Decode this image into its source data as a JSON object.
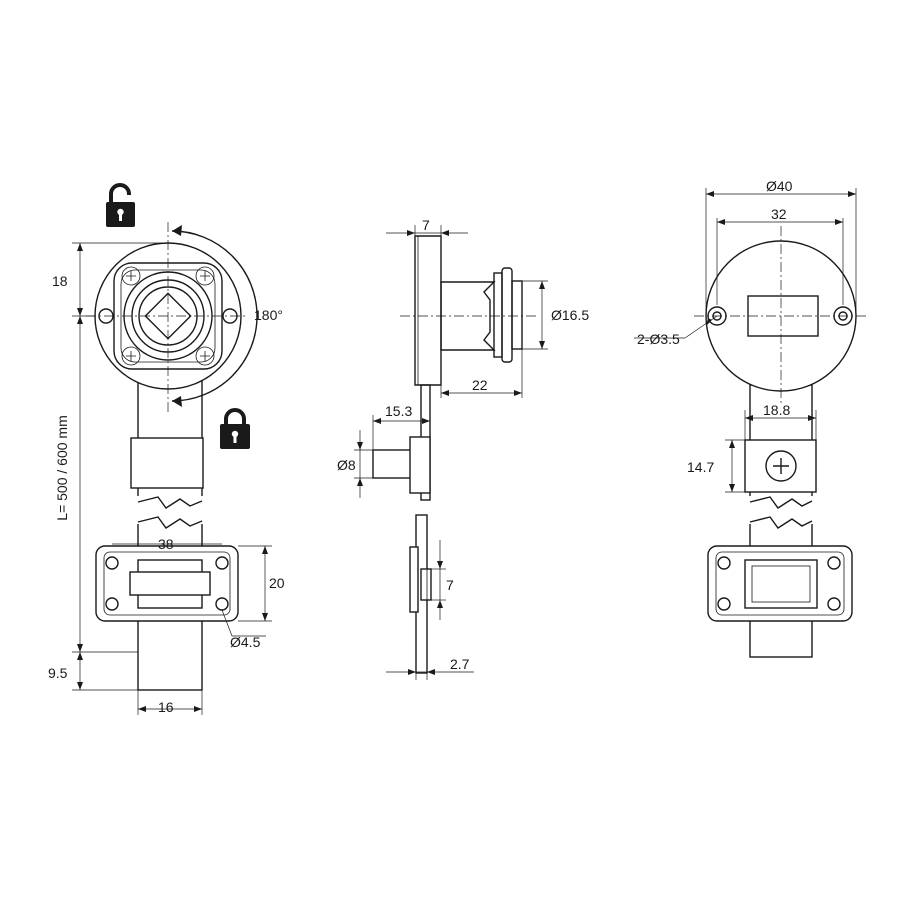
{
  "colors": {
    "line": "#1a1a1a",
    "background": "#ffffff"
  },
  "icons": {
    "unlocked": "padlock-open-icon",
    "locked": "padlock-closed-icon"
  },
  "front_view": {
    "dim_flange_top": "18",
    "rotation_angle": "180°",
    "length": "L= 500 / 600 mm",
    "plate_width": "38",
    "plate_height": "20",
    "plate_hole": "Ø4.5",
    "rod_end": "9.5",
    "rod_width": "16"
  },
  "side_view": {
    "flange_thickness": "7",
    "cylinder_diameter": "Ø16.5",
    "cylinder_length": "22",
    "pin_offset": "15.3",
    "pin_diameter": "Ø8",
    "guide_height": "7",
    "rod_thickness": "2.7"
  },
  "rear_view": {
    "outer_diameter": "Ø40",
    "hole_spacing": "32",
    "mount_holes": "2-Ø3.5",
    "block_width": "18.8",
    "block_height": "14.7"
  }
}
